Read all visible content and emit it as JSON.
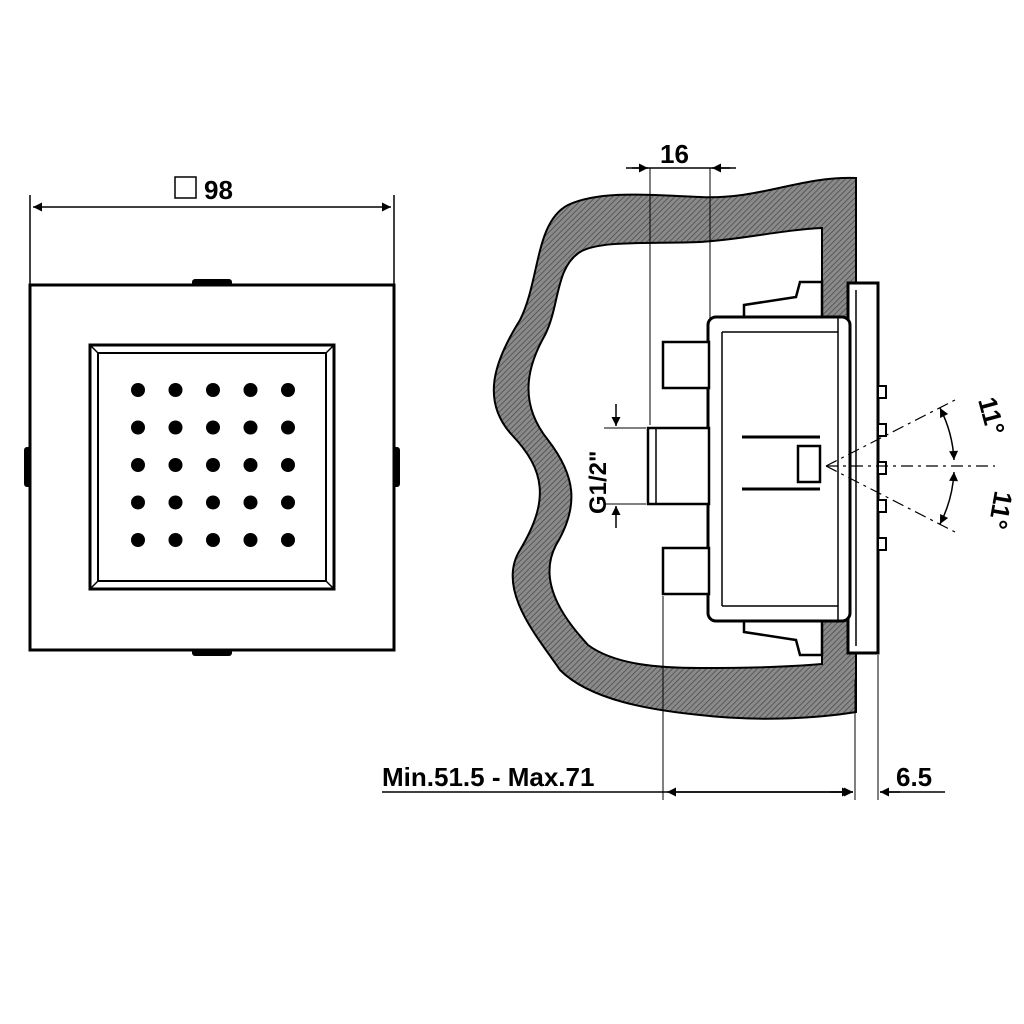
{
  "front_view": {
    "width_label": "98",
    "nozzle_rows": 5,
    "nozzle_cols": 5
  },
  "side_view": {
    "depth_label": "16",
    "thread_label": "G1/2\"",
    "angle_up_label": "11°",
    "angle_down_label": "11°",
    "install_range_label": "Min.51.5 - Max.71",
    "plate_thickness_label": "6.5"
  },
  "colors": {
    "ink": "#000000",
    "wall_hatch": "#707070",
    "background": "#ffffff"
  }
}
